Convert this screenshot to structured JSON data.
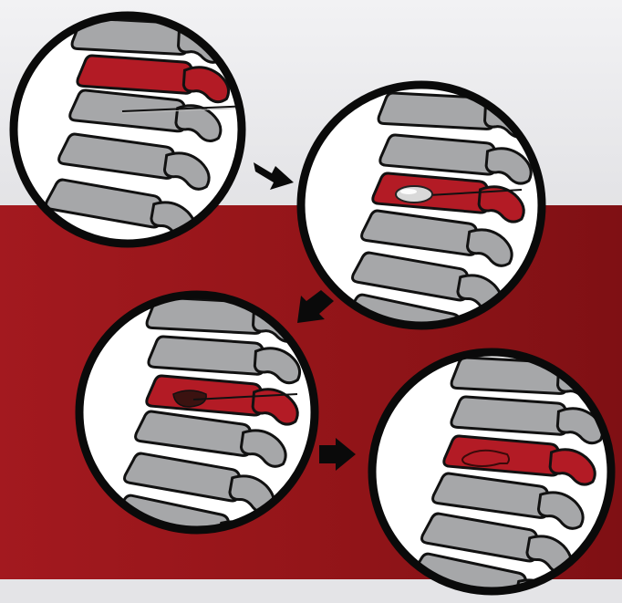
{
  "diagram": {
    "colors": {
      "background_light": "#ececee",
      "band_red": "#961619",
      "bone_gray": "#a6a7a9",
      "disc_red": "#b31b25",
      "outline": "#111111",
      "panel_fill": "#ffffff",
      "balloon_silver": "#d9d9d9",
      "cement_dark": "#3b1210"
    },
    "steps": [
      {
        "name": "needle-insertion",
        "tool": "needle"
      },
      {
        "name": "balloon-inflation",
        "tool": "balloon"
      },
      {
        "name": "cement-filling",
        "tool": "cement"
      },
      {
        "name": "restored-vertebra",
        "tool": "none"
      }
    ]
  }
}
